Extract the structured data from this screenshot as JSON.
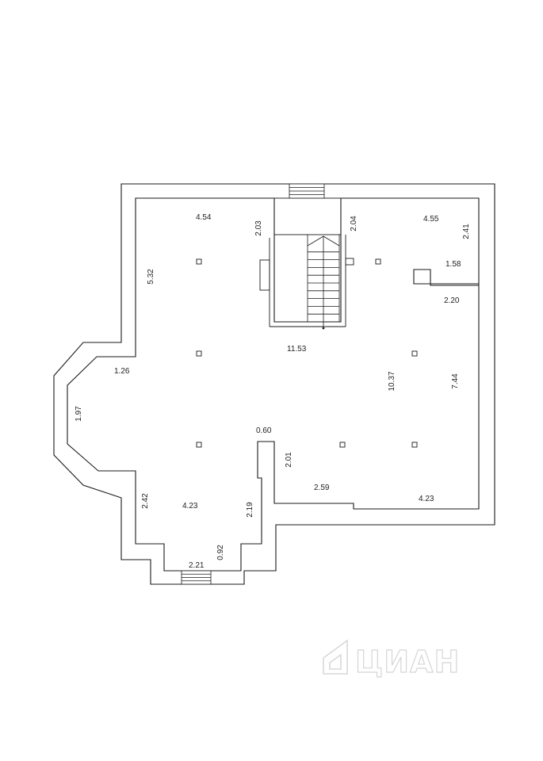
{
  "plan": {
    "dimensions": [
      {
        "id": "dim-top-left-width",
        "value": "4.54"
      },
      {
        "id": "dim-stair-left-depth",
        "value": "2.03"
      },
      {
        "id": "dim-stair-right-depth",
        "value": "2.04"
      },
      {
        "id": "dim-top-right-width",
        "value": "4.55"
      },
      {
        "id": "dim-right-notch-height",
        "value": "2.41"
      },
      {
        "id": "dim-right-notch-width",
        "value": "1.58"
      },
      {
        "id": "dim-left-height",
        "value": "5.32"
      },
      {
        "id": "dim-right-step-width",
        "value": "2.20"
      },
      {
        "id": "dim-total-width",
        "value": "11.53"
      },
      {
        "id": "dim-bay-diagonal",
        "value": "1.26"
      },
      {
        "id": "dim-middle-height",
        "value": "10.37"
      },
      {
        "id": "dim-right-height",
        "value": "7.44"
      },
      {
        "id": "dim-bay-side",
        "value": "1.97"
      },
      {
        "id": "dim-partition-width",
        "value": "0.60"
      },
      {
        "id": "dim-partition-height",
        "value": "2.01"
      },
      {
        "id": "dim-bottom-mid-width",
        "value": "2.59"
      },
      {
        "id": "dim-bottom-right-width",
        "value": "4.23"
      },
      {
        "id": "dim-bottom-left-height",
        "value": "2.42"
      },
      {
        "id": "dim-bottom-left-width",
        "value": "4.23"
      },
      {
        "id": "dim-bottom-inner-height",
        "value": "2.19"
      },
      {
        "id": "dim-entrance-depth",
        "value": "0.92"
      },
      {
        "id": "dim-entrance-width",
        "value": "2.21"
      }
    ]
  },
  "watermark": {
    "text": "ЦИАН",
    "logo_icon": "cian-house-icon"
  }
}
